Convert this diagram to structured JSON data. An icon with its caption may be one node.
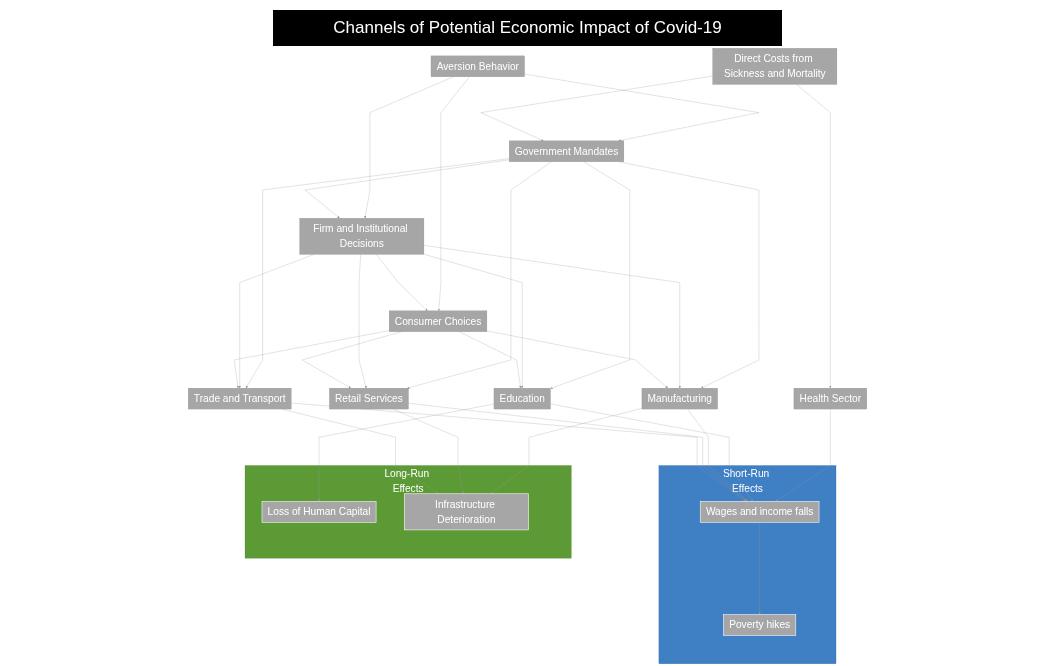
{
  "diagram": {
    "title": "Channels of Potential Economic Impact of Covid-19",
    "nodes": [
      {
        "text": [
          "Direct Costs from Sickness and Mortality"
        ]
      },
      {
        "text": [
          "Aversion Behavior"
        ]
      },
      {
        "text": [
          "Government Mandates"
        ]
      },
      {
        "text": [
          "Firm and Institutional Decisions"
        ]
      },
      {
        "text": [
          "Consumer  Choices"
        ]
      },
      {
        "text": [
          "Health Sector"
        ]
      },
      {
        "text": [
          "Education"
        ]
      },
      {
        "text": [
          "Manufacturing"
        ]
      },
      {
        "text": [
          "Retail Services"
        ]
      },
      {
        "text": [
          "Trade and Transport"
        ]
      },
      {
        "text": [
          "Short-Run Effects"
        ]
      },
      {
        "text": [
          "Wages and income falls"
        ],
        "in": 10
      },
      {
        "text": [
          "Poverty hikes"
        ],
        "in": 10
      },
      {
        "text": [
          "Long-Run Effects"
        ]
      },
      {
        "text": [
          "Loss of Human Capital"
        ],
        "in": 13
      },
      {
        "text": [
          "Infrastructure Deterioration"
        ],
        "in": 13
      }
    ],
    "edges": [
      {
        "from": 1,
        "to": 2,
        "arrow": "to"
      },
      {
        "from": 1,
        "to": 3,
        "arrow": "to"
      },
      {
        "from": 1,
        "to": 4,
        "arrow": "to"
      },
      {
        "from": 0,
        "to": 2,
        "arrow": "to"
      },
      {
        "from": 0,
        "to": 5,
        "arrow": "to"
      },
      {
        "from": 2,
        "to": 3,
        "arrow": "to"
      },
      {
        "from": 3,
        "to": 4,
        "arrow": "to"
      },
      {
        "from": 2,
        "to": 6,
        "arrow": "to"
      },
      {
        "from": 2,
        "to": 7,
        "arrow": "to"
      },
      {
        "from": 2,
        "to": 8,
        "arrow": "to"
      },
      {
        "from": 2,
        "to": 9,
        "arrow": "to"
      },
      {
        "from": 3,
        "to": 6,
        "arrow": "to"
      },
      {
        "from": 3,
        "to": 7,
        "arrow": "to"
      },
      {
        "from": 3,
        "to": 8,
        "arrow": "to"
      },
      {
        "from": 3,
        "to": 9,
        "arrow": "to"
      },
      {
        "from": 4,
        "to": 6,
        "arrow": "to"
      },
      {
        "from": 4,
        "to": 7,
        "arrow": "to"
      },
      {
        "from": 4,
        "to": 8,
        "arrow": "to"
      },
      {
        "from": 4,
        "to": 9,
        "arrow": "to"
      },
      {
        "from": 5,
        "to": 11,
        "arrow": "to"
      },
      {
        "from": 6,
        "to": 11,
        "arrow": "to"
      },
      {
        "from": 7,
        "to": 11,
        "arrow": "to"
      },
      {
        "from": 8,
        "to": 11,
        "arrow": "to"
      },
      {
        "from": 9,
        "to": 11,
        "arrow": "to"
      },
      {
        "from": 6,
        "to": 14,
        "arrow": "to"
      },
      {
        "from": 7,
        "to": 15,
        "arrow": "to"
      },
      {
        "from": 8,
        "to": 15,
        "arrow": "to"
      },
      {
        "from": 9,
        "to": 15,
        "arrow": "to"
      },
      {
        "from": 11,
        "to": 12,
        "arrow": "to"
      }
    ]
  }
}
